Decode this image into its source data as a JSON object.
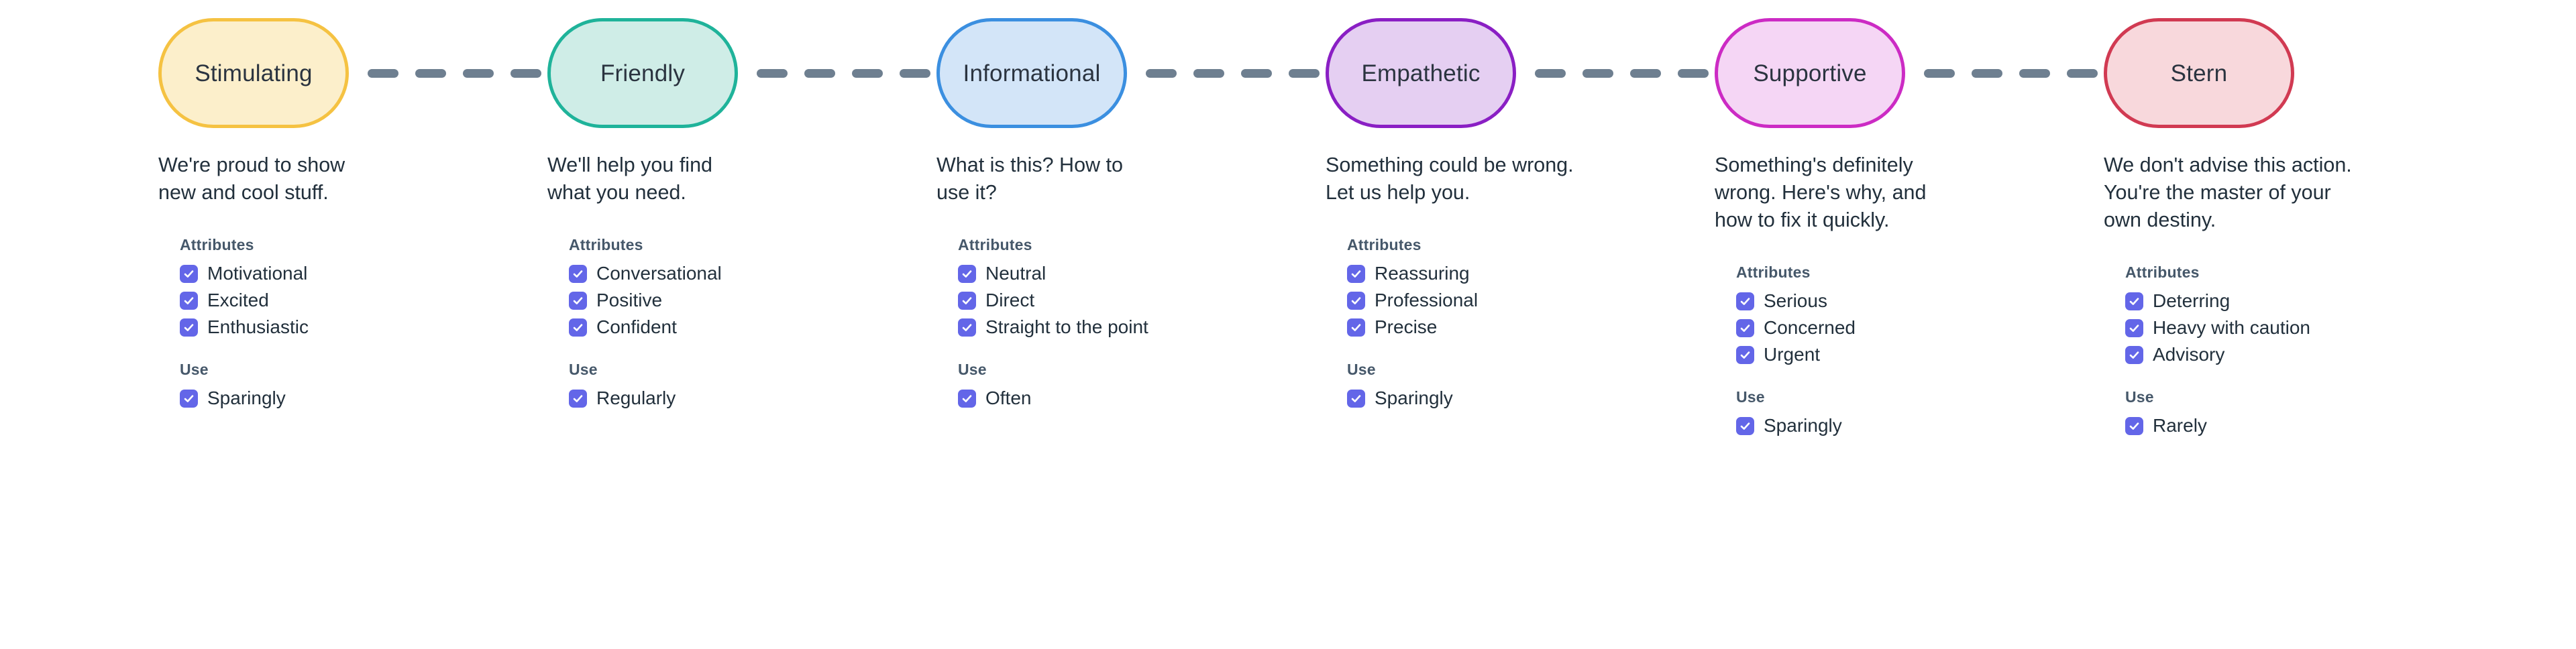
{
  "diagram": {
    "connector_dash_count": 4,
    "connector_color": "#6e7f90",
    "checkbox_color": "#6366e8",
    "text_color": "#22303c",
    "group_title_color": "#46586a",
    "check_icon": "check-icon",
    "groups_labels": {
      "attributes": "Attributes",
      "use": "Use"
    },
    "columns": [
      {
        "name": "Stimulating",
        "fill": "#FCEFCB",
        "border": "#F5C242",
        "description": "We're proud to show\nnew and cool stuff.",
        "attributes_title": "Attributes",
        "attributes": [
          "Motivational",
          "Excited",
          "Enthusiastic"
        ],
        "use_title": "Use",
        "use": [
          "Sparingly"
        ]
      },
      {
        "name": "Friendly",
        "fill": "#CFEDE7",
        "border": "#1FB39A",
        "description": "We'll help you find\nwhat you need.",
        "attributes_title": "Attributes",
        "attributes": [
          "Conversational",
          "Positive",
          "Confident"
        ],
        "use_title": "Use",
        "use": [
          "Regularly"
        ]
      },
      {
        "name": "Informational",
        "fill": "#D3E5F8",
        "border": "#3B8FE0",
        "description": "What is this? How to\nuse it?",
        "attributes_title": "Attributes",
        "attributes": [
          "Neutral",
          "Direct",
          "Straight to the point"
        ],
        "use_title": "Use",
        "use": [
          "Often"
        ]
      },
      {
        "name": "Empathetic",
        "fill": "#E5CFF2",
        "border": "#8A1FC4",
        "description": "Something could be wrong.\nLet us help you.",
        "attributes_title": "Attributes",
        "attributes": [
          "Reassuring",
          "Professional",
          "Precise"
        ],
        "use_title": "Use",
        "use": [
          "Sparingly"
        ]
      },
      {
        "name": "Supportive",
        "fill": "#F5D6F5",
        "border": "#CC2BC4",
        "description": "Something's definitely\nwrong. Here's why, and\nhow to fix it quickly.",
        "attributes_title": "Attributes",
        "attributes": [
          "Serious",
          "Concerned",
          "Urgent"
        ],
        "use_title": "Use",
        "use": [
          "Sparingly"
        ]
      },
      {
        "name": "Stern",
        "fill": "#F8D8DC",
        "border": "#D13A52",
        "description": "We don't advise this action.\nYou're the master of your\nown destiny.",
        "attributes_title": "Attributes",
        "attributes": [
          "Deterring",
          "Heavy with caution",
          "Advisory"
        ],
        "use_title": "Use",
        "use": [
          "Rarely"
        ]
      }
    ]
  }
}
